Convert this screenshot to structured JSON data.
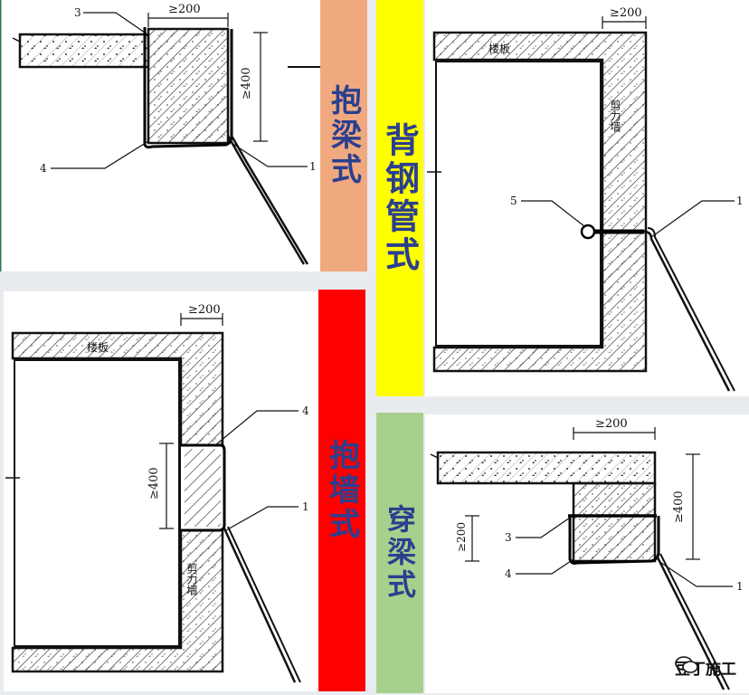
{
  "labels": {
    "p1": {
      "dim_width": "≥200",
      "dim_height": "≥400",
      "callout_3": "3",
      "callout_4": "4",
      "callout_1": "1"
    },
    "p2": {
      "dim_width": "≥200",
      "slab": "楼板",
      "wall": "剪力墙",
      "callout_5": "5",
      "callout_1": "1"
    },
    "p3": {
      "dim_width": "≥200",
      "dim_height": "≥400",
      "slab": "楼板",
      "wall": "剪力墙",
      "callout_4": "4",
      "callout_1": "1"
    },
    "p4": {
      "dim_width": "≥200",
      "dim_height_right": "≥400",
      "dim_height_left": "≥200",
      "callout_3": "3",
      "callout_4": "4",
      "callout_1": "1"
    }
  },
  "bars": {
    "hold_beam": {
      "text": "抱梁式",
      "bg": "#f0a97f",
      "color": "#2b3f8f"
    },
    "back_pipe": {
      "text": "背钢管式",
      "bg": "#ffff00",
      "color": "#2b3f8f"
    },
    "hold_wall": {
      "text": "抱墙式",
      "bg": "#ff0000",
      "color": "#2b3f8f"
    },
    "through_beam": {
      "text": "穿梁式",
      "bg": "#a8d08d",
      "color": "#2b3f8f"
    }
  },
  "watermark": {
    "text": "豆丁施工",
    "icon": "wechat-icon"
  }
}
